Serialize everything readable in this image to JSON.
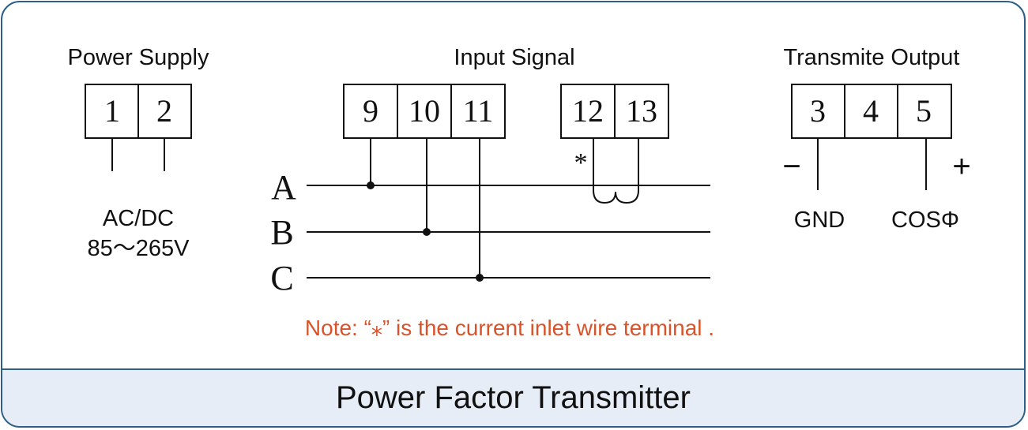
{
  "sections": {
    "power_supply": {
      "title": "Power Supply",
      "terminals": [
        "1",
        "2"
      ],
      "label_line1": "AC/DC",
      "label_line2": "85～265V"
    },
    "input_signal": {
      "title": "Input Signal",
      "voltage_terminals": [
        "9",
        "10",
        "11"
      ],
      "current_terminals": [
        "12",
        "13"
      ],
      "star": "*",
      "phases": [
        "A",
        "B",
        "C"
      ]
    },
    "transmite_output": {
      "title": "Transmite Output",
      "terminals": [
        "3",
        "4",
        "5"
      ],
      "minus": "−",
      "plus": "+",
      "gnd": "GND",
      "cos": "COSΦ"
    }
  },
  "note": "Note: “⁎” is  the current inlet wire terminal .",
  "footer": "Power Factor Transmitter",
  "colors": {
    "border": "#2f5f86",
    "footer_bg": "#e7edf6",
    "note": "#d9532a"
  }
}
